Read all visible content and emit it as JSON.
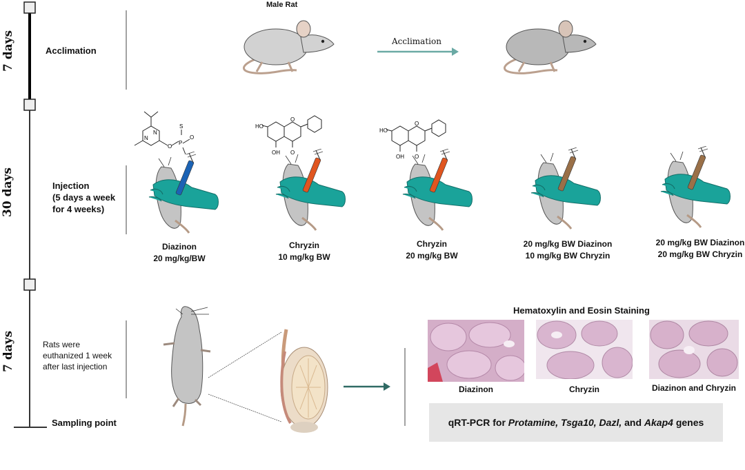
{
  "timeline": {
    "phases": [
      {
        "duration": "7 days",
        "label": "Acclimation"
      },
      {
        "duration": "30 days",
        "label_lines": [
          "Injection",
          "(5 days a week",
          "for 4 weeks)"
        ]
      },
      {
        "duration": "7 days",
        "label_lines": [
          "Rats were",
          "euthanized 1 week",
          "after last injection"
        ]
      }
    ],
    "sampling_point": "Sampling point"
  },
  "acclimation": {
    "rat_label": "Male Rat",
    "arrow_label": "Acclimation"
  },
  "groups": [
    {
      "lines": [
        "Diazinon",
        "20 mg/kg/BW"
      ],
      "syringe_color": "#1b63b5"
    },
    {
      "lines": [
        "Chryzin",
        "10 mg/kg BW"
      ],
      "syringe_color": "#e0551f"
    },
    {
      "lines": [
        "Chryzin",
        "20 mg/kg BW"
      ],
      "syringe_color": "#e0551f"
    },
    {
      "lines": [
        "20 mg/kg BW Diazinon",
        "10 mg/kg BW Chryzin"
      ],
      "syringe_color": "#9a7048"
    },
    {
      "lines": [
        "20 mg/kg BW Diazinon",
        "20 mg/kg BW Chryzin"
      ],
      "syringe_color": "#9a7048"
    }
  ],
  "structures": {
    "chrysin_labels": {
      "ho": "HO",
      "oh": "OH",
      "o_ring": "O",
      "o_keto": "O"
    },
    "diazinon_labels": {
      "n": "N",
      "p": "P",
      "s": "S",
      "o": "O"
    }
  },
  "histology": {
    "title": "Hematoxylin and Eosin Staining",
    "images": [
      "Diazinon",
      "Chryzin",
      "Diazinon and Chryzin"
    ]
  },
  "qrt": {
    "prefix": "qRT-PCR for",
    "genes": "Protamine, Tsga10, Dazl,",
    "and": "and",
    "last_gene": "Akap4",
    "suffix": "genes"
  },
  "colors": {
    "glove": "#1aa39a",
    "rat": "#c8c8c8",
    "arrow_teal": "#6aa9a4",
    "arrow_dark": "#2f6a64",
    "stain": "#d9b5cf"
  }
}
